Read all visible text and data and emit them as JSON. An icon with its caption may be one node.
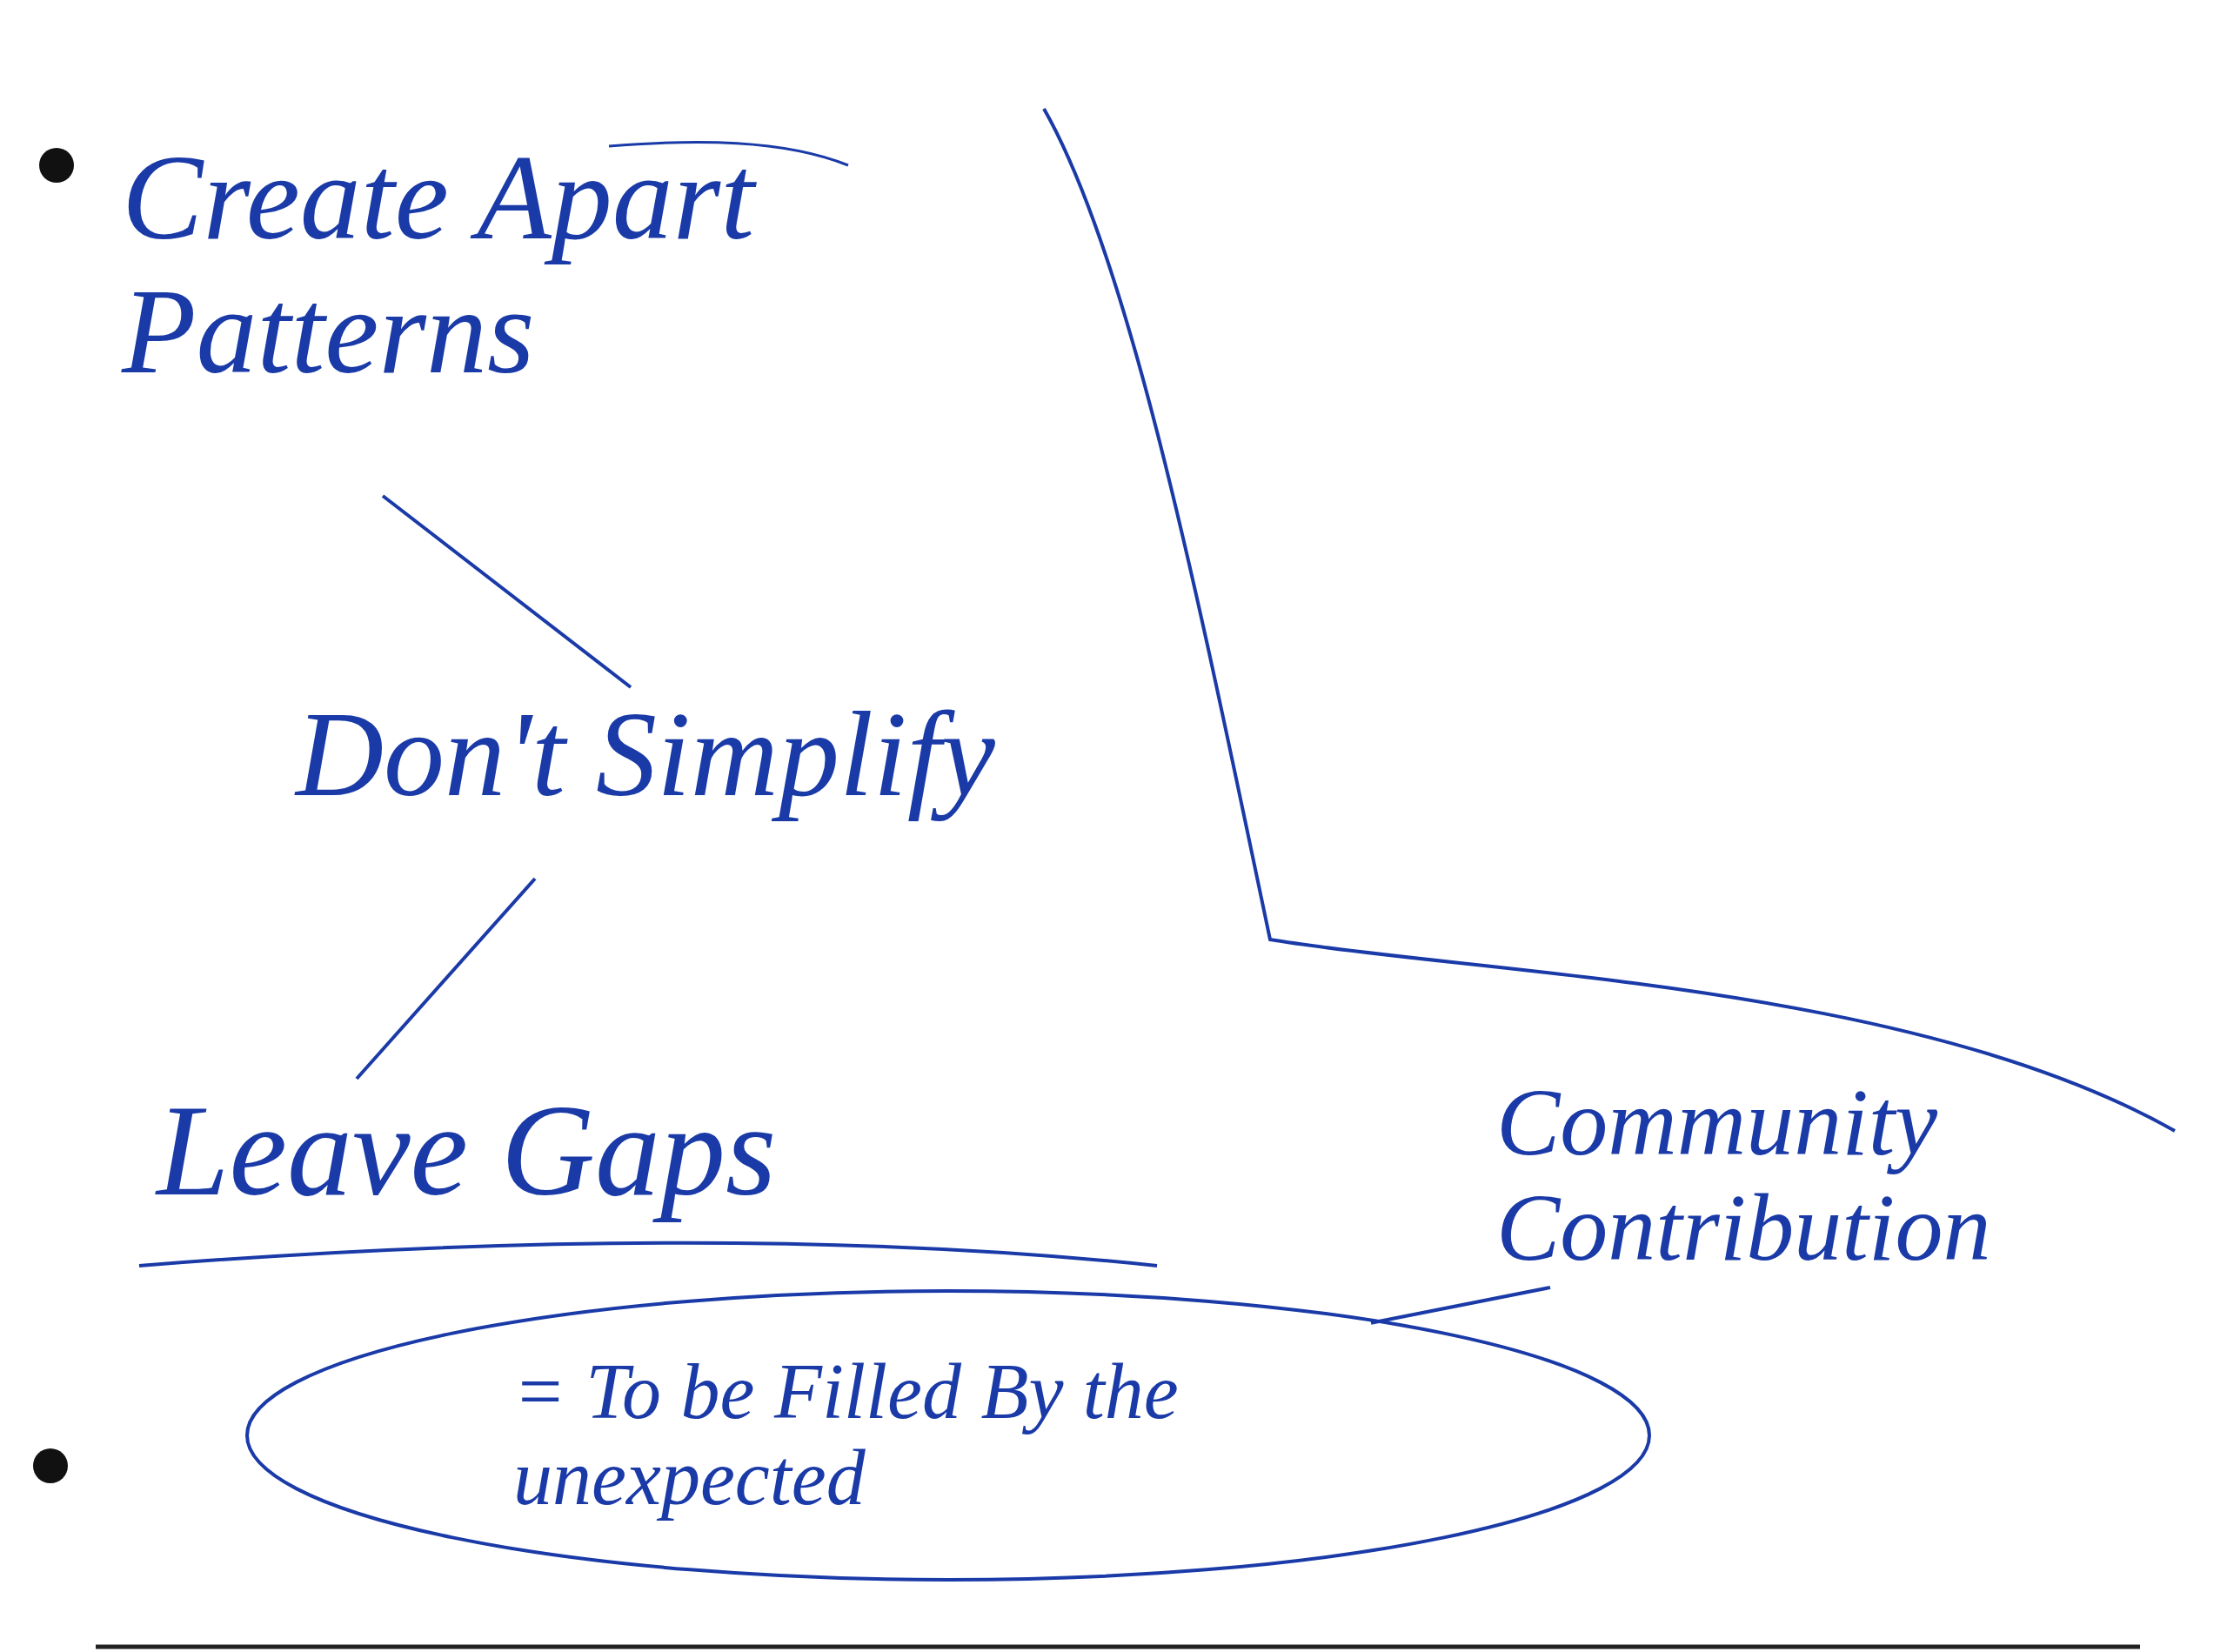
{
  "diagram": {
    "nodes": [
      {
        "text": [
          "Create Apart Patterns"
        ]
      },
      {
        "text": [
          "Don't Simplify"
        ]
      },
      {
        "text": [
          "Leave Gaps"
        ]
      },
      {
        "text": [
          "= To be Filled By the unexpected"
        ]
      },
      {
        "text": [
          "Community Contribution"
        ]
      }
    ],
    "edges": [
      {
        "from": 0,
        "to": 1,
        "arrow": "none"
      },
      {
        "from": 1,
        "to": 2,
        "arrow": "none"
      },
      {
        "from": 4,
        "to": 3,
        "arrow": "none"
      }
    ]
  }
}
